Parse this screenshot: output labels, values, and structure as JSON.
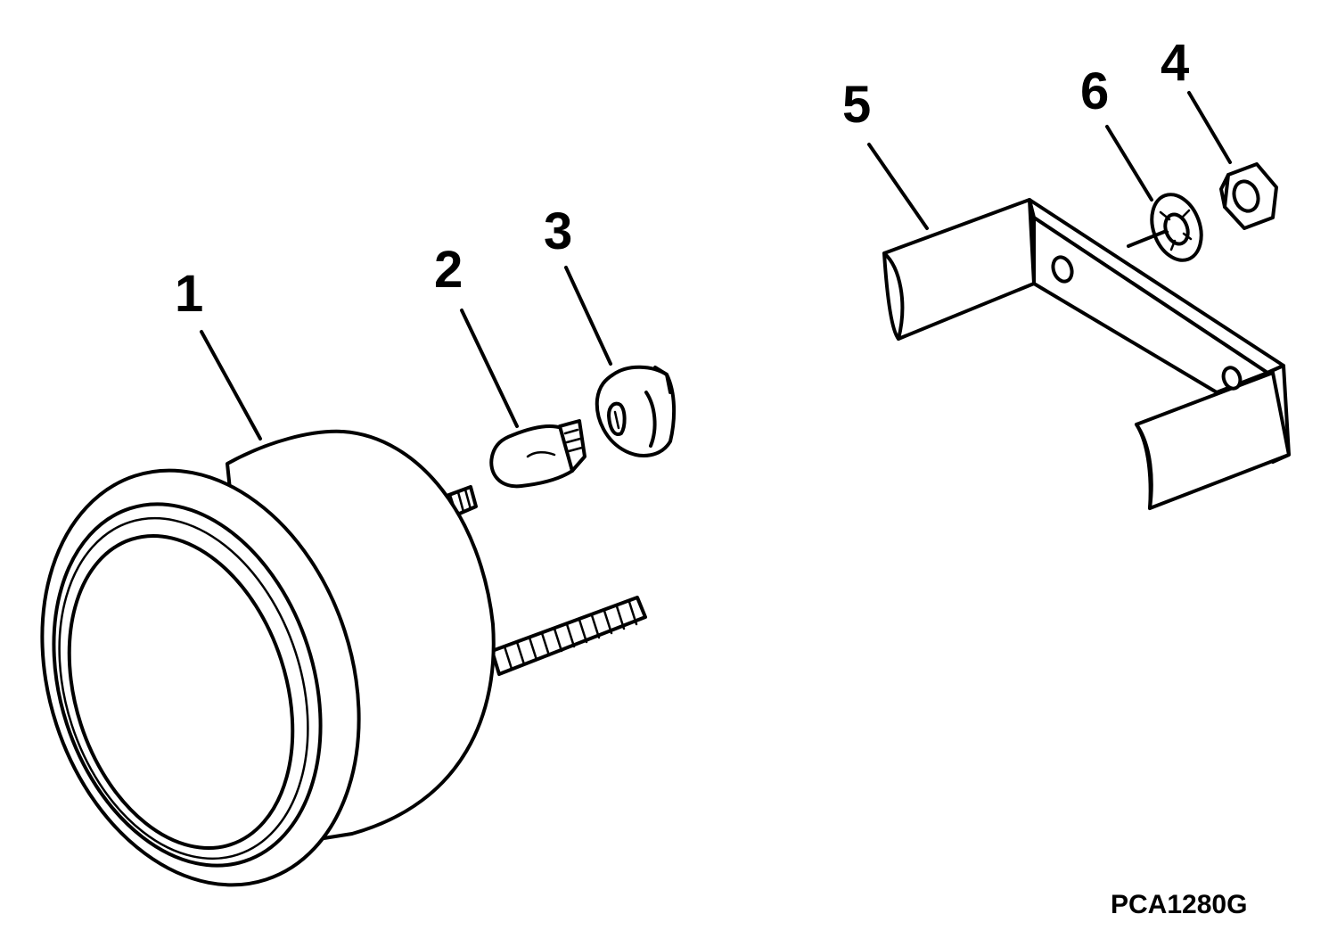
{
  "callouts": {
    "c1": "1",
    "c2": "2",
    "c3": "3",
    "c4": "4",
    "c5": "5",
    "c6": "6"
  },
  "drawing_code": "PCA1280G",
  "parts": {
    "p1": "gauge",
    "p2": "bulb",
    "p3": "bulb-socket",
    "p4": "nut",
    "p5": "bracket",
    "p6": "lock-washer"
  }
}
